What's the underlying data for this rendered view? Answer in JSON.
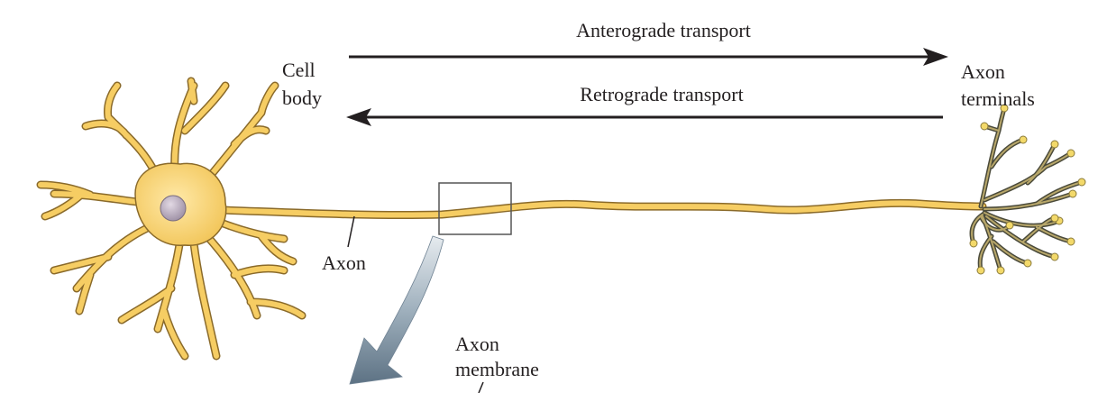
{
  "labels": {
    "anterograde": "Anterograde transport",
    "retrograde": "Retrograde transport",
    "cell_body_line1": "Cell",
    "cell_body_line2": "body",
    "axon_terminals_line1": "Axon",
    "axon_terminals_line2": "terminals",
    "axon": "Axon",
    "axon_membrane_line1": "Axon",
    "axon_membrane_line2": "membrane"
  },
  "colors": {
    "neuron_fill": "#f6cd63",
    "neuron_outline": "#8a6a2a",
    "nucleus": "#b7a9b9",
    "terminal_branch": "#6b6a55",
    "terminal_bouton": "#f3d96a",
    "arrow": "#231f20",
    "zoom_box": "#555555",
    "zoom_arrow": "#8b9aa6"
  }
}
